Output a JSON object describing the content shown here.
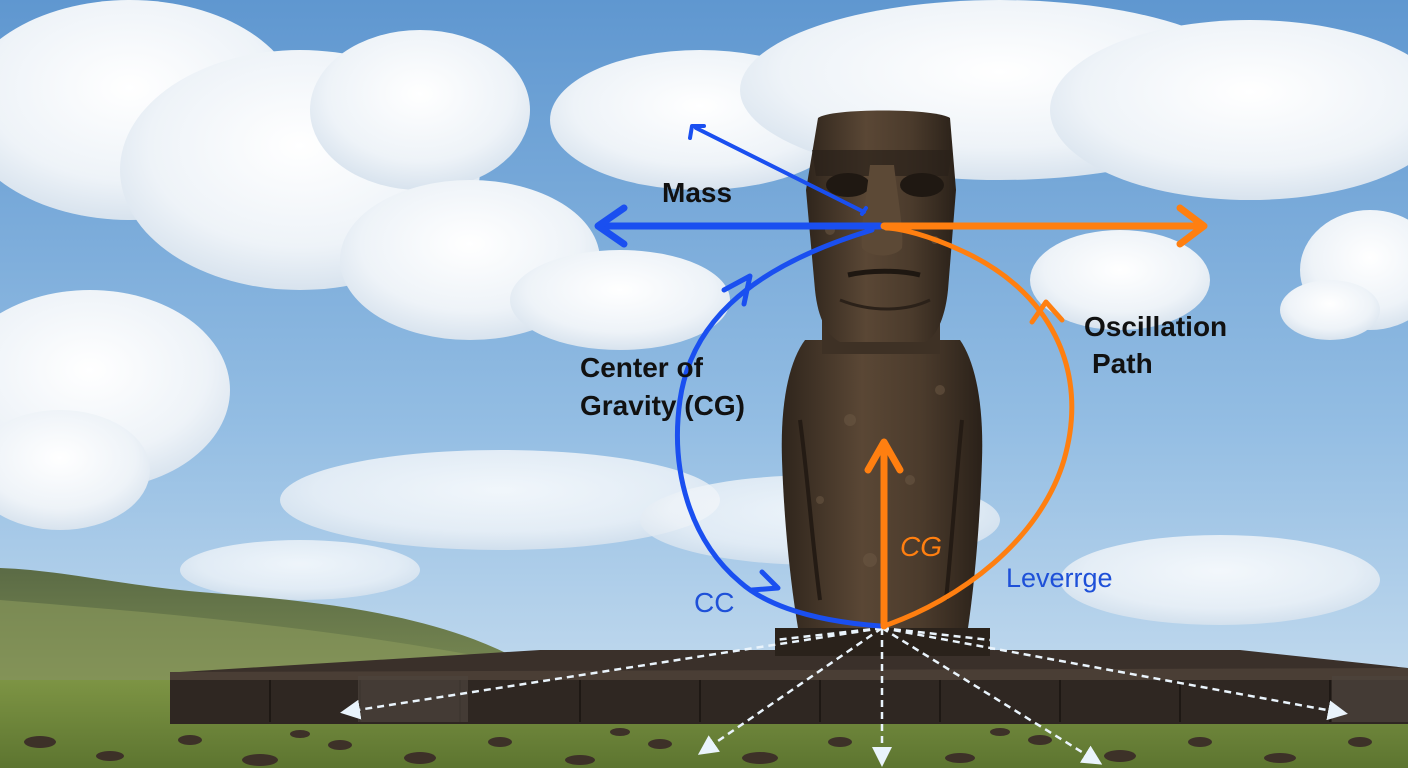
{
  "labels": {
    "mass": "Mass",
    "center_of_gravity_line1": "Center of",
    "center_of_gravity_line2": "Gravity (CG)",
    "oscillation_line1": "Oscillation",
    "oscillation_line2": "Path",
    "cg": "CG",
    "cc": "CC",
    "leverage": "Leverrge"
  },
  "colors": {
    "blue_arrow": "#1a4ff0",
    "orange_arrow": "#ff7f10",
    "label_black": "#111111",
    "label_orange": "#ff7f10",
    "label_blue": "#1e50d8",
    "sky_top": "#6fa3d6",
    "sky_bottom": "#cfe2f1",
    "statue_stone": "#4a3a2c",
    "platform_stone": "#3a302a",
    "grass": "#6f8a3a",
    "dashed_lines": "#e8f2fb"
  },
  "icons": [
    "left-arrow-icon",
    "right-arrow-icon",
    "up-arrow-icon"
  ]
}
